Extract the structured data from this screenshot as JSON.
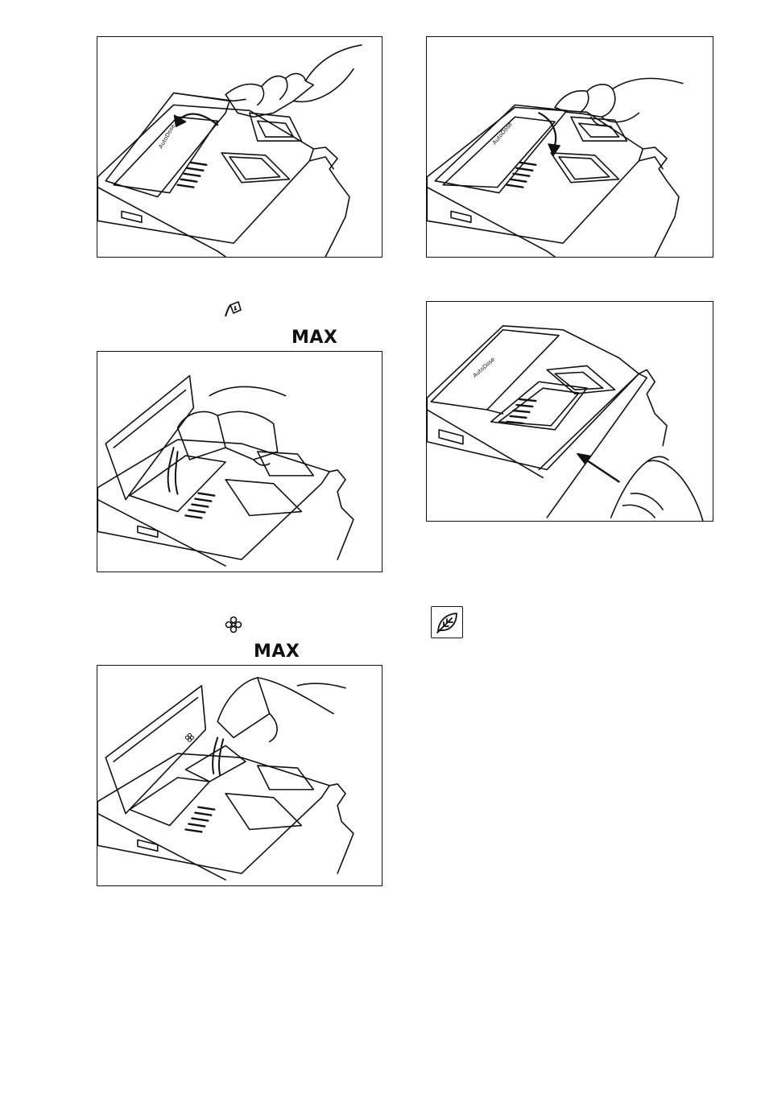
{
  "figures": {
    "open_lid": {
      "compartment_label": "AutoDose"
    },
    "close_lid": {
      "compartment_label": "AutoDose"
    },
    "insert_drawer": {
      "compartment_label": "AutoDose"
    },
    "fill_detergent": {},
    "fill_softener": {}
  },
  "instructions": {
    "detergent": {
      "symbol": "detergent-compartment-icon",
      "max_label": "MAX"
    },
    "softener": {
      "symbol": "flower-icon",
      "max_label": "MAX"
    }
  },
  "environment_note": {
    "icon": "leaf-icon"
  },
  "colors": {
    "line": "#111111",
    "background": "#ffffff"
  }
}
